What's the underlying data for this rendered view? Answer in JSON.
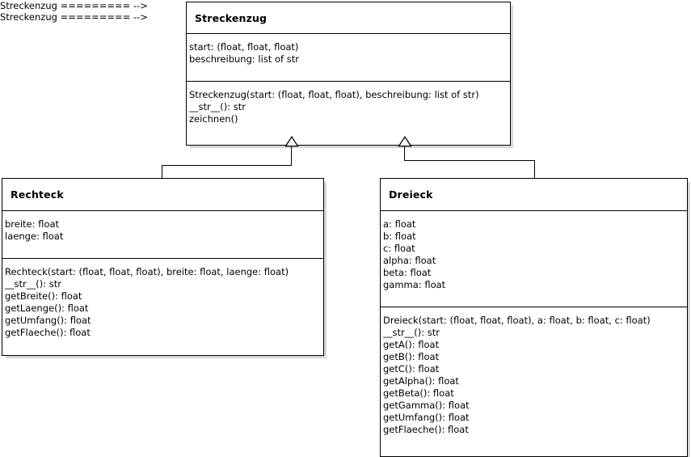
{
  "diagram": {
    "kind": "uml-class-diagram",
    "background_color": "#ffffff",
    "line_color": "#000000",
    "classes": [
      {
        "id": "streckenzug",
        "name": "Streckenzug",
        "attributes": [
          "start: (float, float, float)",
          "beschreibung: list of str"
        ],
        "operations": [
          "Streckenzug(start: (float, float, float), beschreibung: list of str)",
          "__str__(): str",
          "zeichnen()"
        ]
      },
      {
        "id": "rechteck",
        "name": "Rechteck",
        "attributes": [
          "breite: float",
          "laenge: float"
        ],
        "operations": [
          "Rechteck(start: (float, float, float), breite: float, laenge: float)",
          "__str__(): str",
          "getBreite(): float",
          "getLaenge(): float",
          "getUmfang(): float",
          "getFlaeche(): float"
        ]
      },
      {
        "id": "dreieck",
        "name": "Dreieck",
        "attributes": [
          "a: float",
          "b: float",
          "c: float",
          "alpha: float",
          "beta: float",
          "gamma: float"
        ],
        "operations": [
          "Dreieck(start: (float, float, float), a: float, b: float, c: float)",
          "__str__(): str",
          "getA(): float",
          "getB(): float",
          "getC(): float",
          "getAlpha(): float",
          "getBeta(): float",
          "getGamma(): float",
          "getUmfang(): float",
          "getFlaeche(): float"
        ]
      }
    ],
    "relationships": [
      {
        "id": "rechteck-extends-streckenzug",
        "type": "generalization",
        "source": "Rechteck",
        "target": "Streckenzug",
        "arrow": "hollow-triangle"
      },
      {
        "id": "dreieck-extends-streckenzug",
        "type": "generalization",
        "source": "Dreieck",
        "target": "Streckenzug",
        "arrow": "hollow-triangle"
      }
    ]
  }
}
